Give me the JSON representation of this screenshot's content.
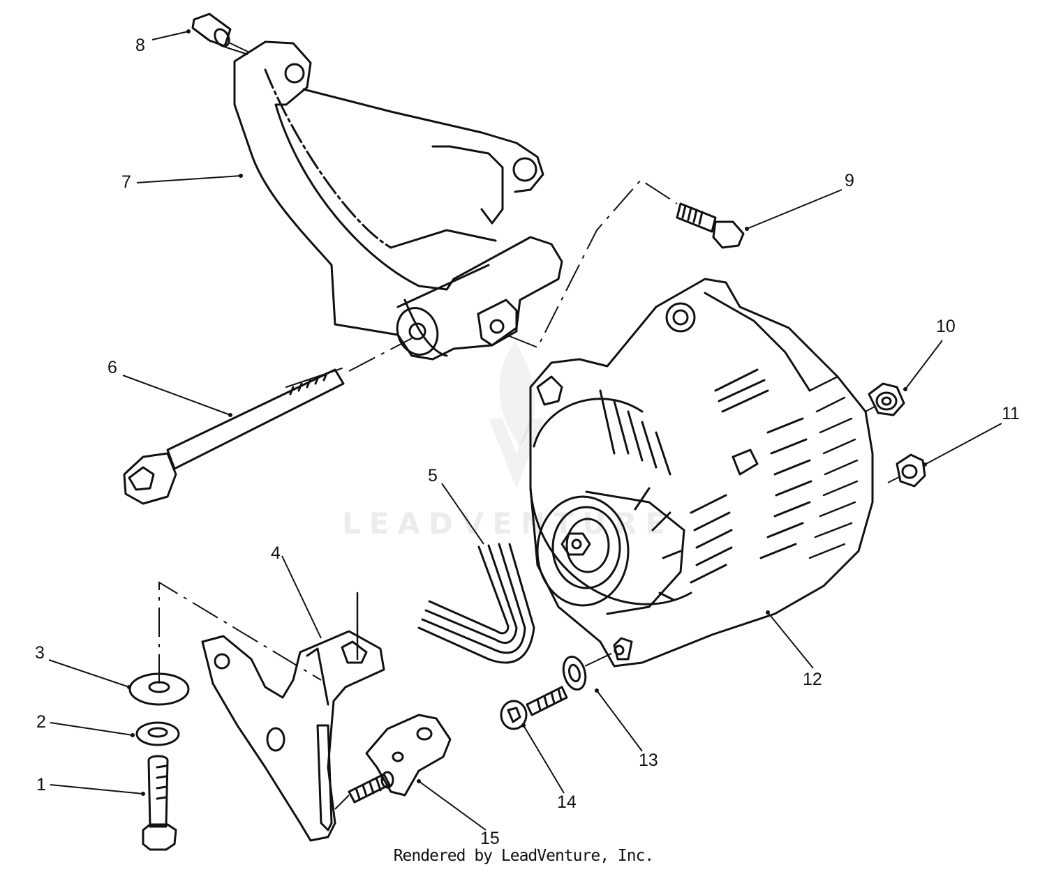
{
  "diagram": {
    "callouts": [
      {
        "number": "1",
        "part": "bolt"
      },
      {
        "number": "2",
        "part": "lock-washer"
      },
      {
        "number": "3",
        "part": "flat-washer"
      },
      {
        "number": "4",
        "part": "adjusting-bracket"
      },
      {
        "number": "5",
        "part": "drive-belt"
      },
      {
        "number": "6",
        "part": "long-pivot-bolt"
      },
      {
        "number": "7",
        "part": "mounting-bracket"
      },
      {
        "number": "8",
        "part": "bushing"
      },
      {
        "number": "9",
        "part": "bolt"
      },
      {
        "number": "10",
        "part": "flange-nut"
      },
      {
        "number": "11",
        "part": "nut"
      },
      {
        "number": "12",
        "part": "alternator"
      },
      {
        "number": "13",
        "part": "washer"
      },
      {
        "number": "14",
        "part": "cap-screw"
      },
      {
        "number": "15",
        "part": "tensioner-block"
      }
    ],
    "watermark": "LEADVENTURE",
    "credit": "Rendered by LeadVenture, Inc."
  },
  "colors": {
    "ink": "#111111",
    "paper": "#ffffff"
  }
}
